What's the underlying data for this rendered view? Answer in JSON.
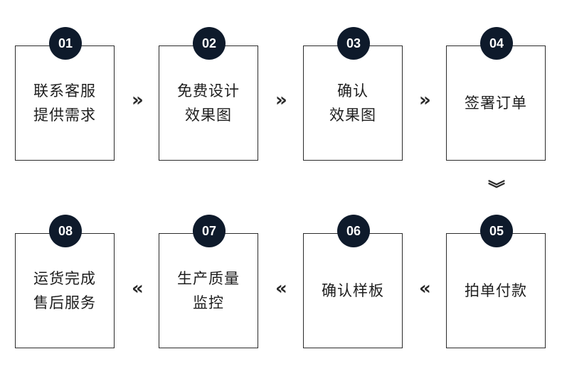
{
  "steps": [
    {
      "num": "01",
      "lines": [
        "联系客服",
        "提供需求"
      ]
    },
    {
      "num": "02",
      "lines": [
        "免费设计",
        "效果图"
      ]
    },
    {
      "num": "03",
      "lines": [
        "确认",
        "效果图"
      ]
    },
    {
      "num": "04",
      "lines": [
        "签署订单"
      ]
    },
    {
      "num": "05",
      "lines": [
        "拍单付款"
      ]
    },
    {
      "num": "06",
      "lines": [
        "确认样板"
      ]
    },
    {
      "num": "07",
      "lines": [
        "生产质量",
        "监控"
      ]
    },
    {
      "num": "08",
      "lines": [
        "运货完成",
        "售后服务"
      ]
    }
  ],
  "arrows": {
    "right": "»",
    "left": "«",
    "down": "︾"
  }
}
